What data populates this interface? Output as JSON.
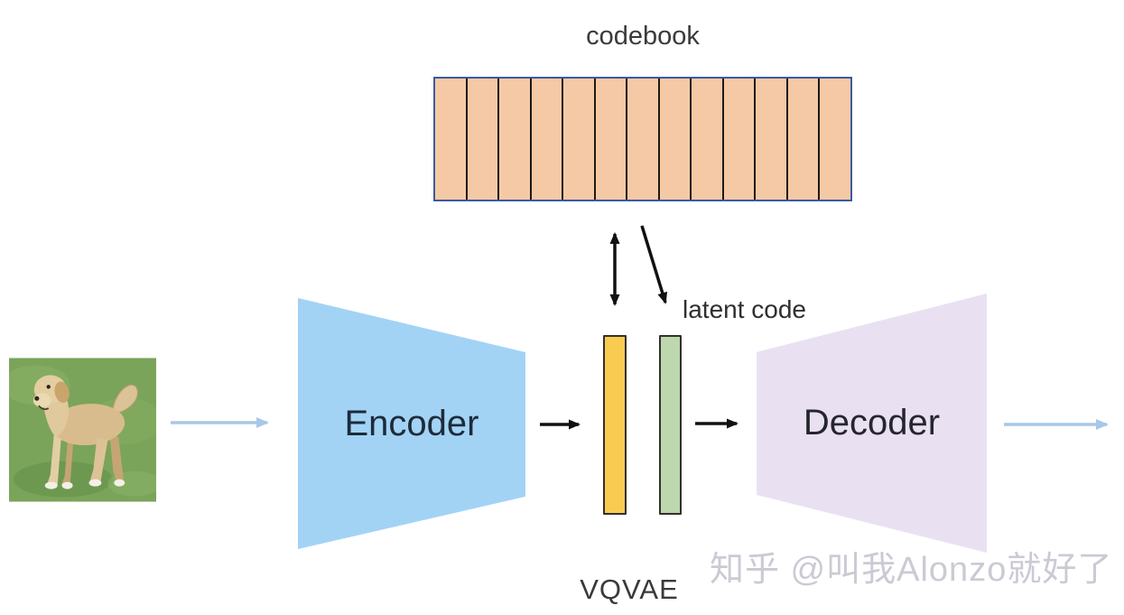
{
  "labels": {
    "codebook": "codebook",
    "latent_code": "latent code",
    "encoder": "Encoder",
    "decoder": "Decoder",
    "caption": "VQVAE"
  },
  "codebook": {
    "cell_count": 13
  },
  "input_image": {
    "alt": "dog standing on grass"
  },
  "watermark": {
    "text": "知乎 @叫我Alonzo就好了"
  },
  "colors": {
    "codebook_fill": "#f6c9a6",
    "codebook_border": "#3c5aa0",
    "codebook_divider": "#1d1a14",
    "encoder_fill": "#a2d3f5",
    "encoder_text": "#1d2b3a",
    "decoder_fill": "#e9e1f2",
    "decoder_text": "#26262e",
    "quantized_bar_fill": "#f9cb50",
    "latent_bar_fill": "#bdd7ae",
    "bar_border": "#33312c",
    "arrow_black": "#111111",
    "arrow_blue": "#a9c7e7",
    "label_text": "#3a3a3a",
    "watermark_text": "#c9c8d2"
  }
}
